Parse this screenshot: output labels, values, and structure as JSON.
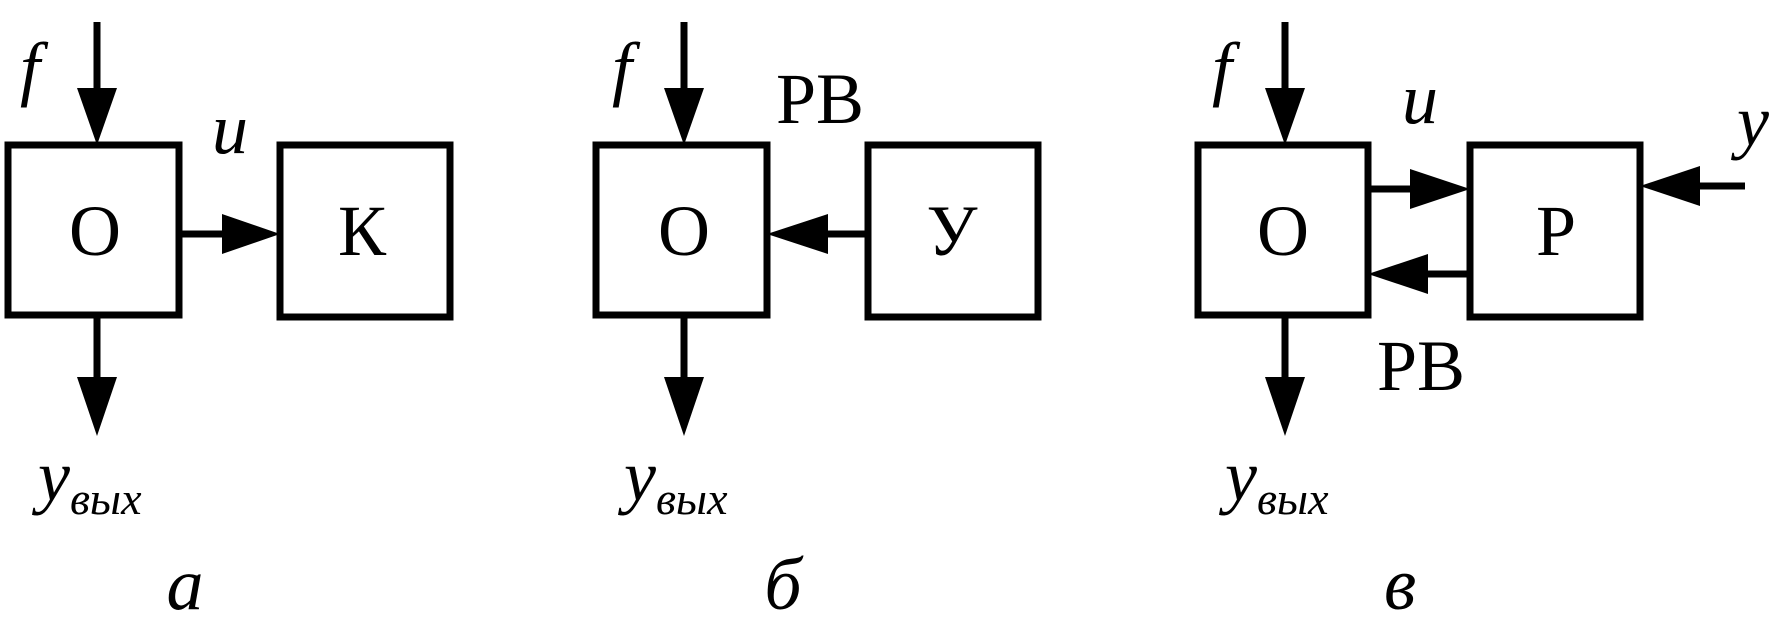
{
  "panel_a": {
    "block_object": "О",
    "block_k": "К",
    "disturbance": "f",
    "control": "u",
    "output_main": "y",
    "output_sub": "вых",
    "caption": "а"
  },
  "panel_b": {
    "block_object": "О",
    "block_u": "У",
    "disturbance": "f",
    "control_label": "РВ",
    "output_main": "y",
    "output_sub": "вых",
    "caption": "б"
  },
  "panel_c": {
    "block_object": "О",
    "block_r": "Р",
    "disturbance": "f",
    "control": "u",
    "setpoint": "y",
    "control_label": "РВ",
    "output_main": "y",
    "output_sub": "вых",
    "caption": "в"
  }
}
